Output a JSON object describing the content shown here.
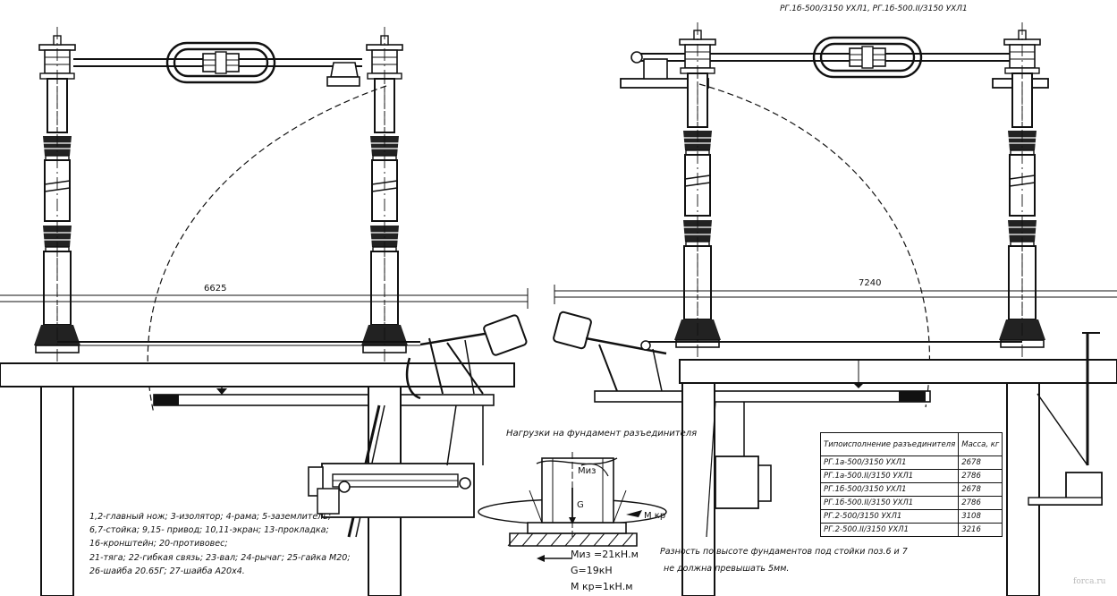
{
  "title": "РГ.1б-500/3150 УХЛ1, РГ.1б-500.II/3150 УХЛ1",
  "dimensions": {
    "left_span": "6625",
    "right_span": "7240"
  },
  "foundation_loads": {
    "heading": "Нагрузки на фундамент разъединителя",
    "m_iz_label": "Mиз",
    "g_label": "G",
    "m_kr_label": "M кр",
    "m_iz": "Mиз =21кН.м",
    "g": "G=19кН",
    "m_kr": "M кр=1кН.м"
  },
  "legend_lines": [
    "1,2-главный нож; 3-изолятор; 4-рама; 5-заземлитель;",
    "6,7-стойка; 9,15- привод; 10,11-экран; 13-прокладка;",
    "16-кронштейн; 20-противовес;",
    "21-тяга; 22-гибкая связь; 23-вал; 24-рычаг; 25-гайка М20;",
    "26-шайба 20.65Г; 27-шайба А20х4."
  ],
  "mass_table": {
    "col1": "Типоисполнение разъединителя",
    "col2": "Масса, кг",
    "rows": [
      {
        "type": "РГ.1а-500/3150 УХЛ1",
        "mass": "2678"
      },
      {
        "type": "РГ.1а-500.II/3150 УХЛ1",
        "mass": "2786"
      },
      {
        "type": "РГ.1б-500/3150 УХЛ1",
        "mass": "2678"
      },
      {
        "type": "РГ.1б-500.II/3150 УХЛ1",
        "mass": "2786"
      },
      {
        "type": "РГ.2-500/3150 УХЛ1",
        "mass": "3108"
      },
      {
        "type": "РГ.2-500.II/3150 УХЛ1",
        "mass": "3216"
      }
    ]
  },
  "note_lines": [
    "Разность по высоте фундаментов под стойки поз.6 и 7",
    "не должна превышать 5мм."
  ],
  "watermark": "forca.ru"
}
